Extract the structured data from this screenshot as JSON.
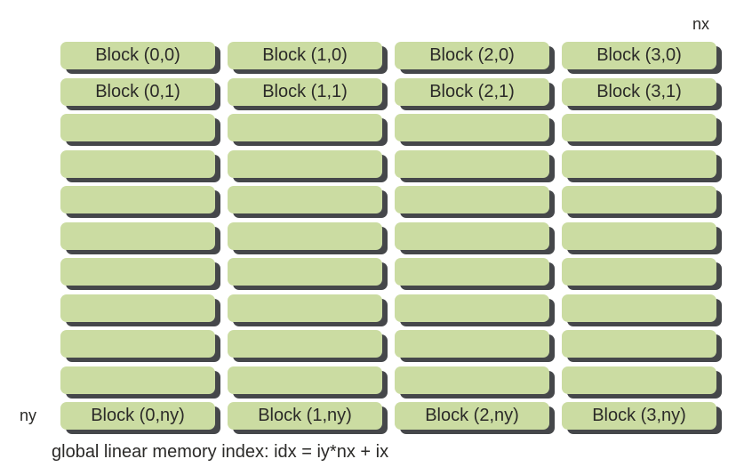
{
  "labels": {
    "nx": "nx",
    "ny": "ny"
  },
  "caption": "global linear memory index: idx = iy*nx + ix",
  "colors": {
    "background": "#ffffff",
    "block_fill": "#cbdca2",
    "block_shadow": "#45474a",
    "text": "#2b2a28"
  },
  "grid": {
    "columns": 4,
    "rows": [
      [
        "Block (0,0)",
        "Block (1,0)",
        "Block (2,0)",
        "Block (3,0)"
      ],
      [
        "Block (0,1)",
        "Block (1,1)",
        "Block (2,1)",
        "Block (3,1)"
      ],
      [
        "",
        "",
        "",
        ""
      ],
      [
        "",
        "",
        "",
        ""
      ],
      [
        "",
        "",
        "",
        ""
      ],
      [
        "",
        "",
        "",
        ""
      ],
      [
        "",
        "",
        "",
        ""
      ],
      [
        "",
        "",
        "",
        ""
      ],
      [
        "",
        "",
        "",
        ""
      ],
      [
        "",
        "",
        "",
        ""
      ],
      [
        "Block (0,ny)",
        "Block (1,ny)",
        "Block (2,ny)",
        "Block (3,ny)"
      ]
    ]
  }
}
